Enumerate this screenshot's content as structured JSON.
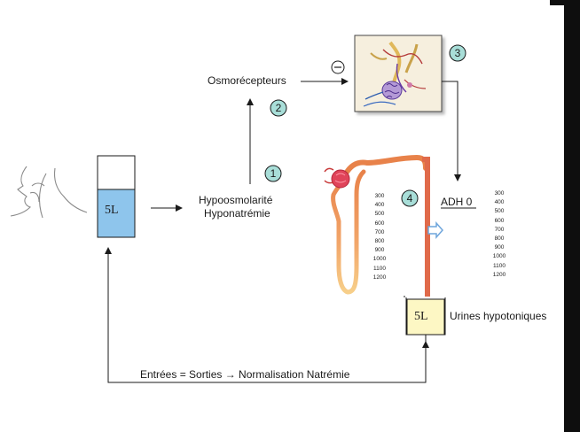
{
  "labels": {
    "osmoreceptors": "Osmorécepteurs",
    "hypo_line1": "Hypoosmolarité",
    "hypo_line2": "Hyponatrémie",
    "adh": "ADH 0",
    "urine": "Urines hypotoniques",
    "balance": "Entrées = Sorties → Normalisation Natrémie",
    "tank_volume": "5L",
    "urine_volume": "5L",
    "inhibition": "−"
  },
  "steps": [
    "1",
    "2",
    "3",
    "4"
  ],
  "scale_left": [
    "300",
    "400",
    "500",
    "600",
    "700",
    "800",
    "900",
    "1000",
    "1100",
    "1200"
  ],
  "scale_right": [
    "300",
    "400",
    "500",
    "600",
    "700",
    "800",
    "900",
    "1000",
    "1100",
    "1200"
  ],
  "colors": {
    "tank_fill": "#8ec5ec",
    "urine_fill": "#fdf7c4",
    "step_fill": "#a8ded8",
    "nephron": "#e8824a",
    "collecting_duct": "#e06a4a",
    "flow_arrow": "#6fa6dc"
  },
  "icons": [
    "head-profile-icon",
    "hypothalamus-illustration",
    "nephron-illustration",
    "flow-arrow-icon"
  ]
}
